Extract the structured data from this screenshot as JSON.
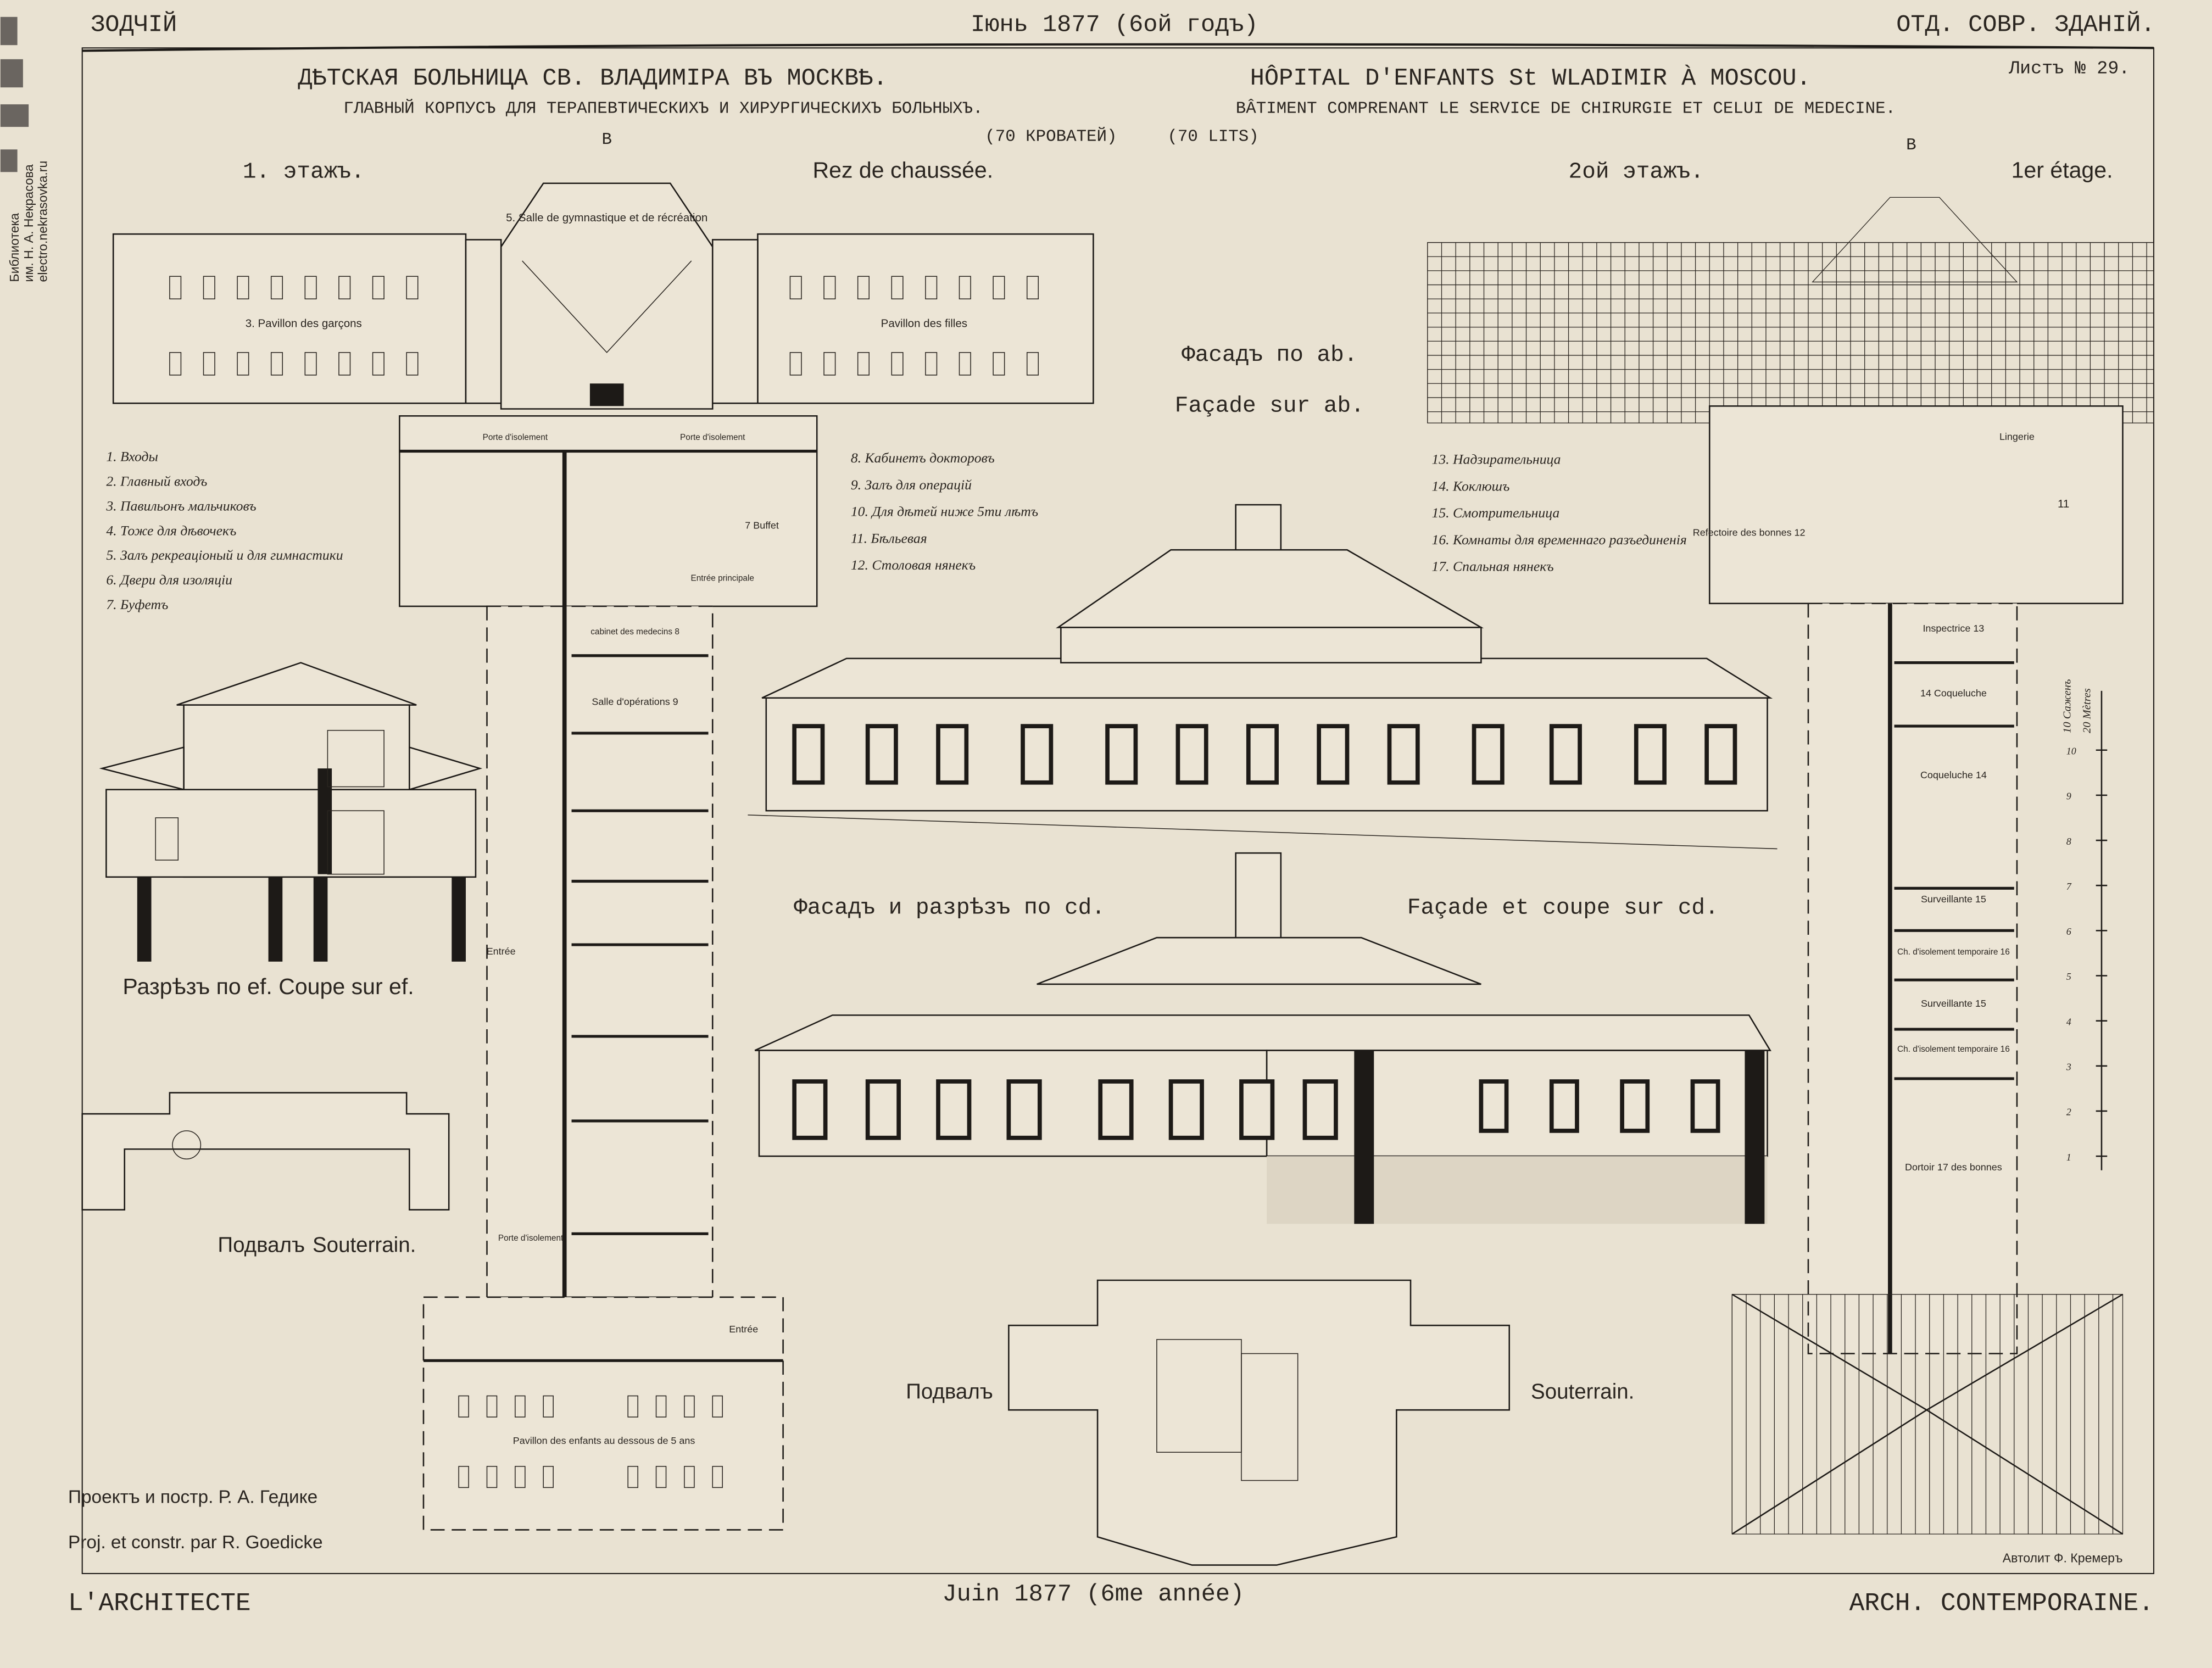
{
  "header": {
    "left": "ЗОДЧІЙ",
    "center": "Іюнь 1877 (6ой годъ)",
    "right": "ОТД. СОВР. ЗДАНІЙ."
  },
  "footer": {
    "left": "L'ARCHITECTE",
    "center": "Juin 1877 (6me année)",
    "right": "ARCH. CONTEMPORAINE.",
    "lithographer": "Автолит Ф. Кремеръ"
  },
  "library_stamp": {
    "line1": "Библиотека",
    "line2": "им. Н. А. Некрасова",
    "line3": "electro.nekrasovka.ru"
  },
  "title": {
    "ru": "ДѢТСКАЯ БОЛЬНИЦА СВ. ВЛАДИМІРА ВЪ МОСКВѢ.",
    "fr": "HÔPITAL D'ENFANTS St WLADIMIR À MOSCOU.",
    "sheet": "Листъ № 29.",
    "subtitle_ru": "ГЛАВНЫЙ КОРПУСЪ ДЛЯ ТЕРАПЕВТИЧЕСКИХЪ И ХИРУРГИЧЕСКИХЪ БОЛЬНЫХЪ.",
    "subtitle_fr": "BÂTIMENT COMPRENANT LE SERVICE DE CHIRURGIE ET CELUI DE MEDECINE.",
    "beds_ru": "(70 КРОВАТЕЙ)",
    "beds_fr": "(70 LITS)"
  },
  "plans": {
    "ground_ru": "1. этажъ.",
    "ground_fr": "Rez de chaussée.",
    "upper_ru": "2ой этажъ.",
    "upper_fr": "1er étage.",
    "axis_b": "B",
    "facade_ab_ru": "Фасадъ по ab.",
    "facade_ab_fr": "Façade sur ab.",
    "facade_cd_ru": "Фасадъ и разрѣзъ по cd.",
    "facade_cd_fr": "Façade et coupe sur cd.",
    "section_ef": "Разрѣзъ по ef. Coupe sur ef.",
    "basement_ru": "Подвалъ",
    "basement_fr": "Souterrain.",
    "author_ru": "Проектъ и постр. Р. А. Гедике",
    "author_fr": "Proj. et constr. par R. Goedicke",
    "scale_label_1": "10 Саженъ",
    "scale_label_2": "20 Mètres"
  },
  "room_labels": {
    "salle": "5. Salle de gymnastique et de récréation",
    "pav_garcons": "3. Pavillon des garçons",
    "pav_filles": "Pavillon des filles",
    "porte_iso": "Porte d'isolement",
    "buffet": "7 Buffet",
    "entree_principale": "Entrée principale",
    "cabinet": "cabinet des medecins 8",
    "salle_op": "Salle d'opérations 9",
    "entree": "Entrée",
    "pav_enfants": "Pavillon des enfants au dessous de 5 ans",
    "lingerie": "Lingerie",
    "refectoire": "Refectoire des bonnes 12",
    "inspectrice": "Inspectrice 13",
    "coqueluche_a": "14 Coqueluche",
    "coqueluche_b": "Coqueluche 14",
    "surveillante_a": "Surveillante 15",
    "isolement_a": "Ch. d'isolement temporaire 16",
    "surveillante_b": "Surveillante 15",
    "isolement_b": "Ch. d'isolement temporaire 16",
    "dortoir": "Dortoir 17 des bonnes",
    "num_11": "11"
  },
  "legend_left": [
    "1. Входы",
    "2. Главный входъ",
    "3. Павильонъ мальчиковъ",
    "4. Тоже для дѣвочекъ",
    "5. Залъ рекреаціоный и для гимнастики",
    "6. Двери для изоляціи",
    "7. Буфетъ"
  ],
  "legend_mid": [
    "8. Кабинетъ докторовъ",
    "9. Залъ для операцій",
    "10. Для дѣтей ниже 5ти лѣтъ",
    "11. Бѣльевая",
    "12. Столовая нянекъ"
  ],
  "legend_right": [
    "13. Надзирательница",
    "14. Коклюшъ",
    "15. Смотрительница",
    "16. Комнаты для временнаго разъединенія",
    "17. Спальная нянекъ"
  ],
  "scale_ticks": [
    "1",
    "2",
    "3",
    "4",
    "5",
    "6",
    "7",
    "8",
    "9",
    "10"
  ],
  "colors": {
    "paper": "#e9e2d2",
    "ink": "#1d1a17"
  }
}
